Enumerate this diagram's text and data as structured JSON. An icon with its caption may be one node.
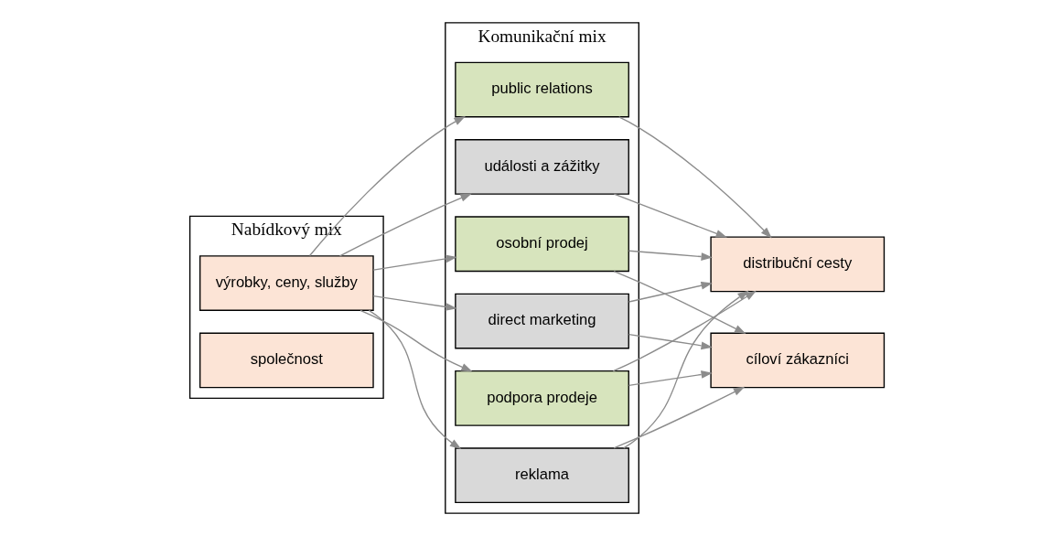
{
  "diagram": {
    "nodes": [
      {
        "text": [
          "Nabídkový mix"
        ]
      },
      {
        "text": [
          "společnost"
        ],
        "in": 0
      },
      {
        "text": [
          "výrobky, ceny, služby"
        ],
        "in": 0
      },
      {
        "text": [
          "Komunikační mix"
        ]
      },
      {
        "text": [
          "reklama"
        ],
        "in": 3
      },
      {
        "text": [
          "podpora prodeje"
        ],
        "in": 3
      },
      {
        "text": [
          "události a zážitky"
        ],
        "in": 3
      },
      {
        "text": [
          "public relations"
        ],
        "in": 3
      },
      {
        "text": [
          "direct marketing"
        ],
        "in": 3
      },
      {
        "text": [
          "osobní prodej"
        ],
        "in": 3
      },
      {
        "text": [
          "distribuční cesty"
        ]
      },
      {
        "text": [
          "cíloví zákazníci"
        ]
      }
    ],
    "edges": [
      {
        "from": 2,
        "to": 4,
        "arrow": "to"
      },
      {
        "from": 2,
        "to": 5,
        "arrow": "to"
      },
      {
        "from": 2,
        "to": 6,
        "arrow": "to"
      },
      {
        "from": 2,
        "to": 7,
        "arrow": "to"
      },
      {
        "from": 2,
        "to": 8,
        "arrow": "to"
      },
      {
        "from": 2,
        "to": 9,
        "arrow": "to"
      },
      {
        "from": 4,
        "to": 10,
        "arrow": "to"
      },
      {
        "from": 4,
        "to": 11,
        "arrow": "to"
      },
      {
        "from": 5,
        "to": 10,
        "arrow": "to"
      },
      {
        "from": 5,
        "to": 11,
        "arrow": "to"
      },
      {
        "from": 6,
        "to": 10,
        "arrow": "to"
      },
      {
        "from": 7,
        "to": 10,
        "arrow": "to"
      },
      {
        "from": 8,
        "to": 10,
        "arrow": "to"
      },
      {
        "from": 8,
        "to": 11,
        "arrow": "to"
      },
      {
        "from": 9,
        "to": 10,
        "arrow": "to"
      },
      {
        "from": 9,
        "to": 11,
        "arrow": "to"
      }
    ]
  }
}
